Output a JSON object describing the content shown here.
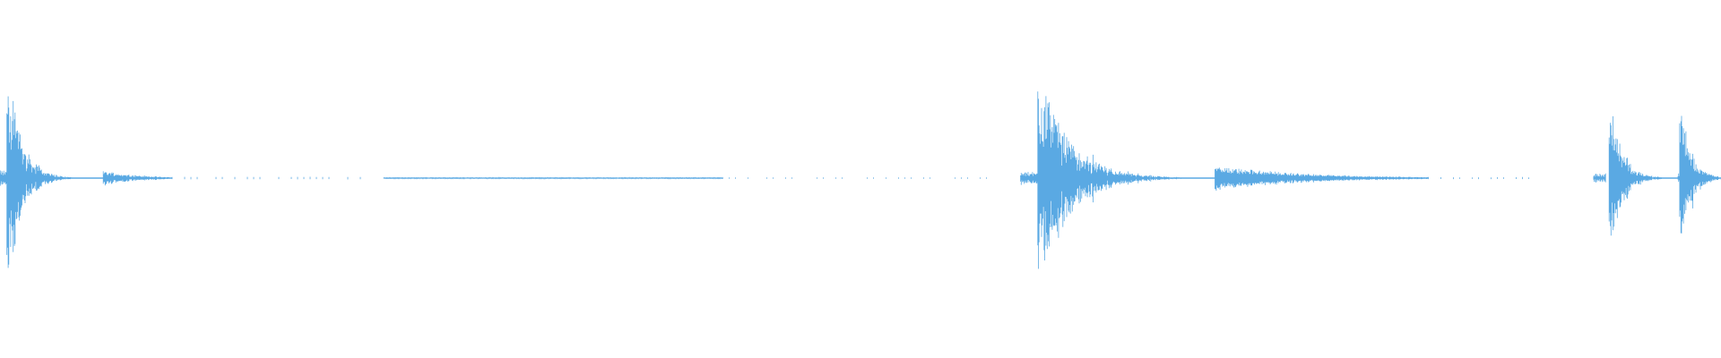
{
  "waveform": {
    "color": "#5aa9e3",
    "background": "#ffffff",
    "duration_fraction_axis": "0-1",
    "segments": [
      {
        "start": 0.0,
        "end": 0.004,
        "level": 0.05,
        "shape": "ramp"
      },
      {
        "start": 0.004,
        "end": 0.06,
        "level": 0.72,
        "decay": 7.0,
        "shape": "burst"
      },
      {
        "start": 0.06,
        "end": 0.1,
        "level": 0.05,
        "decay": 2.0,
        "shape": "tail"
      },
      {
        "start": 0.1,
        "end": 0.215,
        "level": 0.008,
        "shape": "dotted"
      },
      {
        "start": 0.223,
        "end": 0.42,
        "level": 0.006,
        "shape": "thin"
      },
      {
        "start": 0.42,
        "end": 0.587,
        "level": 0.004,
        "shape": "dotted"
      },
      {
        "start": 0.593,
        "end": 0.603,
        "level": 0.04,
        "shape": "ramp"
      },
      {
        "start": 0.603,
        "end": 0.706,
        "level": 0.72,
        "decay": 6.0,
        "shape": "burst"
      },
      {
        "start": 0.706,
        "end": 0.83,
        "level": 0.08,
        "decay": 2.5,
        "shape": "ring"
      },
      {
        "start": 0.83,
        "end": 0.893,
        "level": 0.006,
        "shape": "dotted"
      },
      {
        "start": 0.926,
        "end": 0.933,
        "level": 0.03,
        "shape": "ramp"
      },
      {
        "start": 0.935,
        "end": 0.975,
        "level": 0.58,
        "decay": 6.0,
        "shape": "burst"
      },
      {
        "start": 0.975,
        "end": 0.976,
        "level": 0.03,
        "shape": "ramp"
      },
      {
        "start": 0.976,
        "end": 1.0,
        "level": 0.5,
        "decay": 4.0,
        "shape": "burst"
      }
    ]
  }
}
